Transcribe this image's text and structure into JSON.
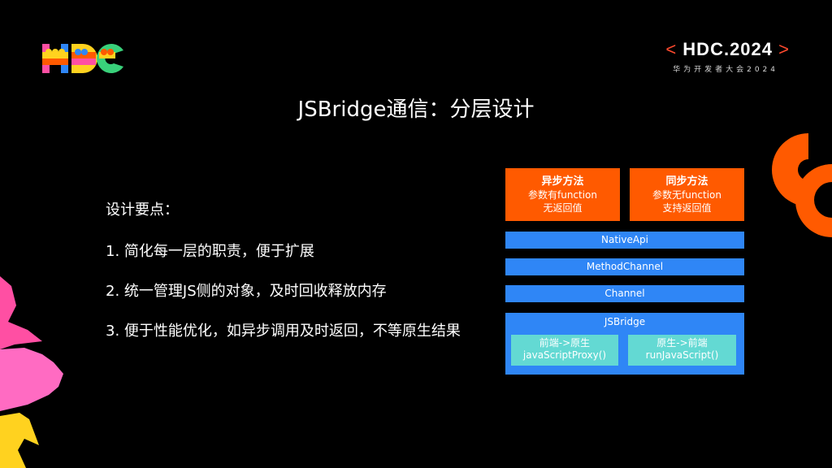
{
  "header": {
    "hdc_open": "<",
    "hdc_text": "HDC.2024",
    "hdc_close": ">",
    "hdc_subtitle": "华为开发者大会2024"
  },
  "title": "JSBridge通信：分层设计",
  "bullets": {
    "heading": "设计要点：",
    "items": [
      "1. 简化每一层的职责，便于扩展",
      "2. 统一管理JS侧的对象，及时回收释放内存",
      "3. 便于性能优化，如异步调用及时返回，不等原生结果"
    ]
  },
  "diagram": {
    "async_box": {
      "title": "异步方法",
      "line1": "参数有function",
      "line2": "无返回值"
    },
    "sync_box": {
      "title": "同步方法",
      "line1": "参数无function",
      "line2": "支持返回值"
    },
    "layers": [
      "NativeApi",
      "MethodChannel",
      "Channel"
    ],
    "jsbridge": {
      "label": "JSBridge",
      "left": {
        "line1": "前端->原生",
        "line2": "javaScriptProxy()"
      },
      "right": {
        "line1": "原生->前端",
        "line2": "runJavaScript()"
      }
    }
  },
  "colors": {
    "background": "#000000",
    "orange": "#ff5a00",
    "blue": "#2f86f6",
    "teal": "#63d9d3",
    "accent_red": "#ff4a2e"
  },
  "icons": {
    "logo": "hdc-logo",
    "decoration_right": "orange-arc-shapes",
    "decoration_left": "pink-yellow-shapes"
  }
}
